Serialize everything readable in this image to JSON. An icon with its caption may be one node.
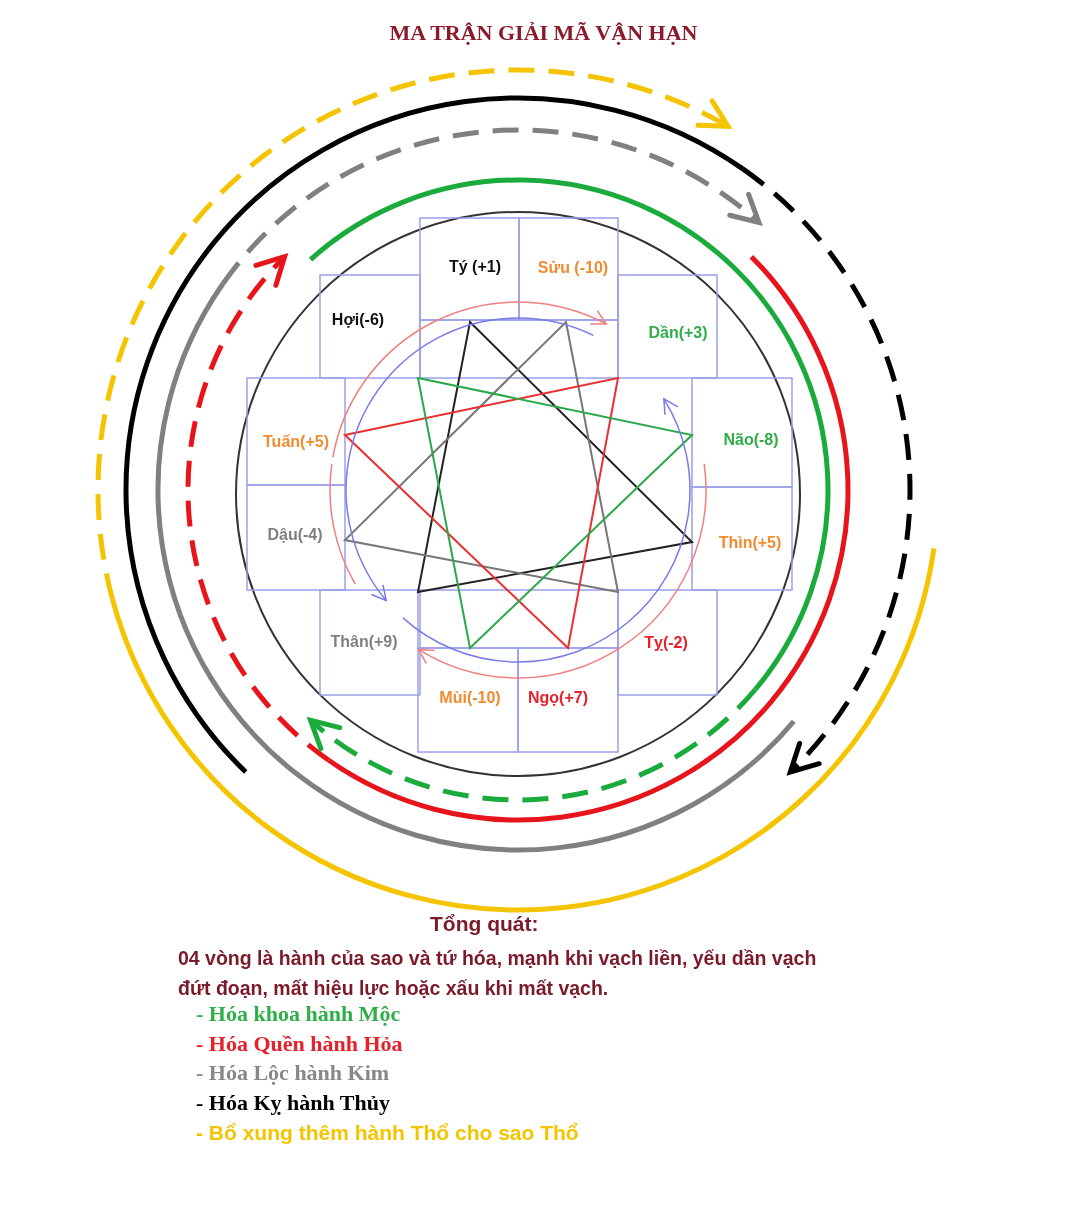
{
  "diagram": {
    "title": "MA TRẬN GIẢI MÃ VẬN HẠN",
    "labels": [
      "Tý (+1)",
      "Sửu (-10)",
      "Hợi(-6)",
      "Dần(+3)",
      "Tuấn(+5)",
      "Não(-8)",
      "Dậu(-4)",
      "Thìn(+5)",
      "Thân(+9)",
      "Tỵ(-2)",
      "Mùi(-10)",
      "Ngọ(+7)",
      "Tổng quát:",
      "04 vòng là hành của sao và tứ hóa, mạnh khi vạch liền, yếu dần vạch đứt đoạn, mất hiệu lực hoặc xấu khi mất vạch.",
      "- Hóa khoa hành Mộc",
      "- Hóa Quền hành Hỏa",
      "- Hóa Lộc hành Kim",
      "- Hóa Kỵ hành Thủy",
      "- Bổ xung thêm hành Thổ cho sao Thổ"
    ]
  }
}
